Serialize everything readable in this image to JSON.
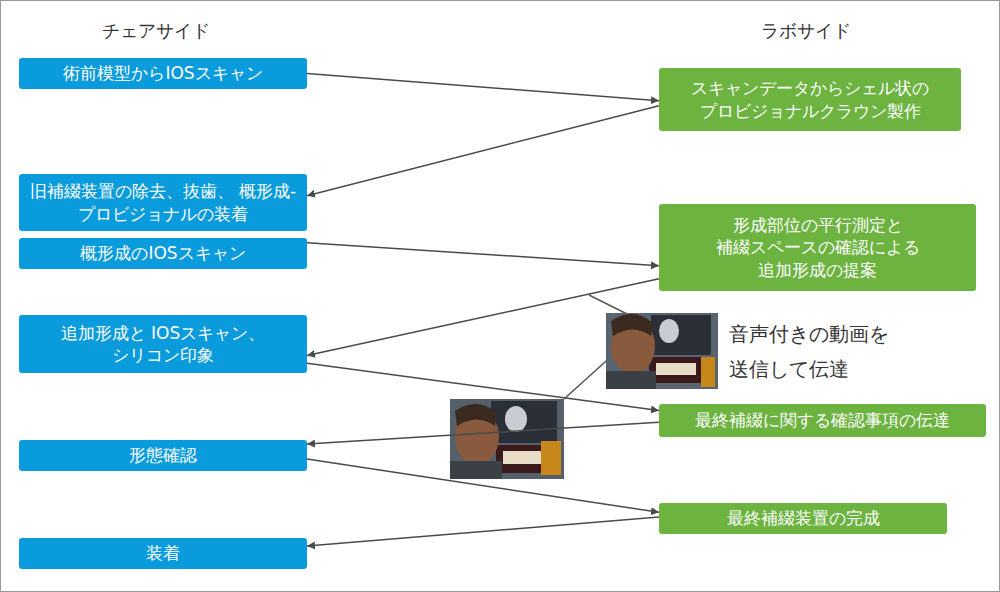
{
  "diagram": {
    "nodes": [
      {
        "text": [
          "術前模型からIOSスキャン"
        ]
      },
      {
        "text": [
          "スキャンデータからシェル状の プロビジョナルクラウン製作"
        ]
      },
      {
        "text": [
          "旧補綴装置の除去、抜歯、 概形成-プロビジョナルの装着"
        ]
      },
      {
        "text": [
          "概形成のIOSスキャン"
        ]
      },
      {
        "text": [
          "形成部位の平行測定と 補綴スペースの確認による 追加形成の提案"
        ]
      },
      {
        "text": [
          "追加形成と IOSスキャン、シリコン印象"
        ]
      },
      {
        "text": [
          "最終補綴に関する確認事項の伝達"
        ]
      },
      {
        "text": [
          "形態確認"
        ]
      },
      {
        "text": [
          "最終補綴装置の完成"
        ]
      },
      {
        "text": [
          "装着"
        ]
      }
    ],
    "edges": [
      {
        "from": 0,
        "to": 1,
        "arrow": "to"
      },
      {
        "from": 1,
        "to": 2,
        "arrow": "to"
      },
      {
        "from": 3,
        "to": 4,
        "arrow": "to"
      },
      {
        "from": 4,
        "to": 5,
        "arrow": "to"
      },
      {
        "from": 5,
        "to": 6,
        "arrow": "to"
      },
      {
        "from": 6,
        "to": 7,
        "arrow": "to"
      },
      {
        "from": 7,
        "to": 8,
        "arrow": "to"
      },
      {
        "from": 8,
        "to": 9,
        "arrow": "to"
      }
    ],
    "labels": [
      "チェアサイド",
      "ラボサイド",
      "音声付きの動画を 送信して伝達"
    ]
  }
}
